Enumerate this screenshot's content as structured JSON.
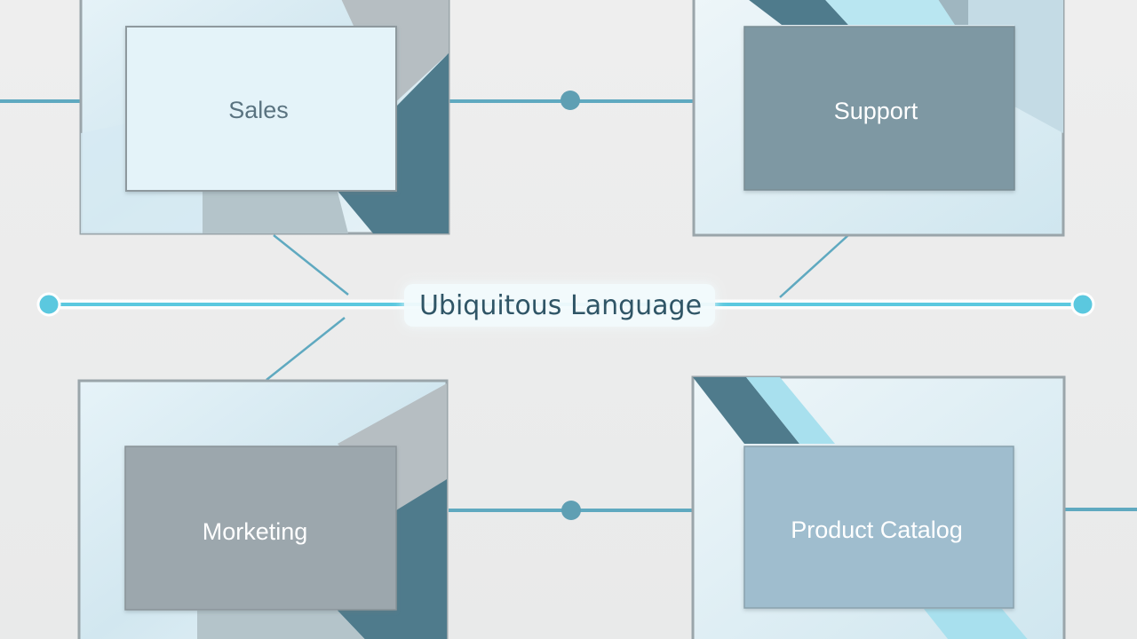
{
  "diagram": {
    "core": {
      "label": "Ubiquitous Language",
      "line_color": "#5bc8df",
      "glow_color": "#9de6f5",
      "text_color": "#2f5566"
    },
    "contexts": [
      {
        "id": "sales",
        "label": "Sales",
        "fill": "#e4f3f9",
        "text_color": "#5a7380"
      },
      {
        "id": "support",
        "label": "Support",
        "fill": "#7e98a3",
        "text_color": "#ffffff"
      },
      {
        "id": "marketing",
        "label": "Morketing",
        "fill": "#9ca7ad",
        "text_color": "#ffffff"
      },
      {
        "id": "product-catalog",
        "label": "Product Catalog",
        "fill": "#9fbdce",
        "text_color": "#ffffff"
      }
    ],
    "colors": {
      "frame_border": "#9aa5aa",
      "frame_fill": "#d9ecf3",
      "dark_teal": "#4f7b8c",
      "light_blue": "#a8e0ee",
      "connector": "#5fa9c0",
      "node_dot": "#5f9fb3"
    }
  }
}
